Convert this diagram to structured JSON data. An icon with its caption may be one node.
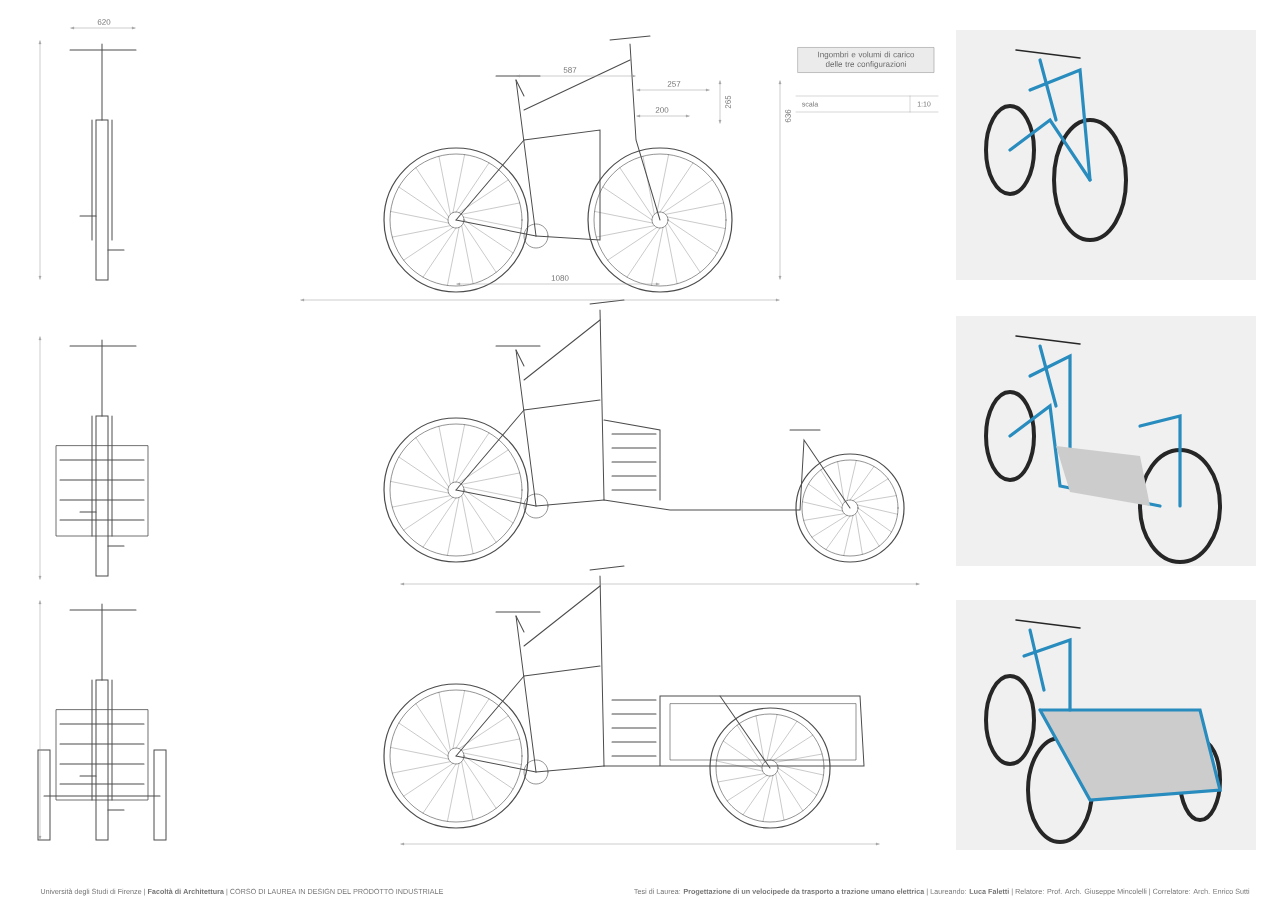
{
  "diagram": {
    "nodes": [
      {
        "text": [
          "Ingombri e volumi di carico delle tre configurazioni"
        ]
      }
    ],
    "labels": [
      "620",
      "587",
      "257",
      "scala",
      "1:10",
      "265",
      "200",
      "636",
      "1080",
      "Università degli Studi di Firenze | **Facoltà di Architettura** | CORSO DI LAUREA IN DESIGN DEL PRODOTTO INDUSTRIALE",
      "Tesi di Laurea: **Progettazione di un velocipede da trasporto a trazione umano elettrica** | Laureando: **Luca Faletti** | Relatore: Prof. Arch. Giuseppe Mincolelli | Correlatore: Arch. Enrico Sutti"
    ]
  }
}
